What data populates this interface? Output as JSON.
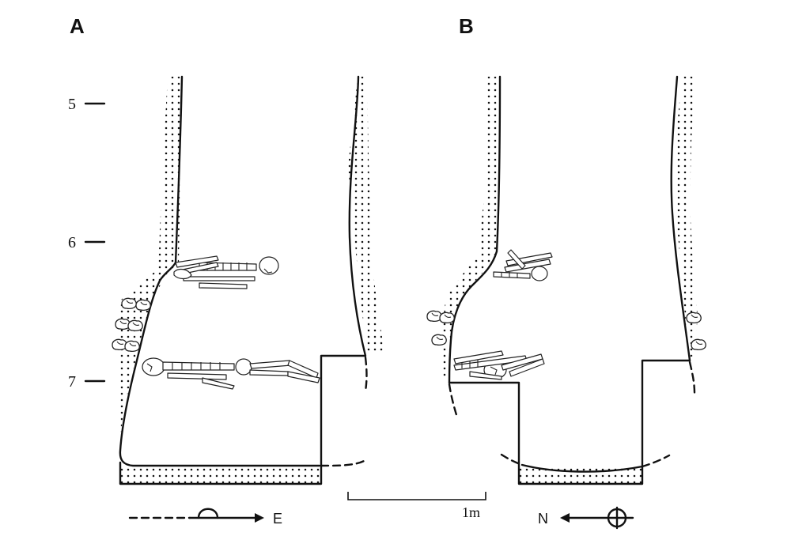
{
  "panels": {
    "a": {
      "letter": "A",
      "direction_label": "E",
      "direction_icon": "east-arrow-icon"
    },
    "b": {
      "letter": "B",
      "direction_label": "N",
      "direction_icon": "north-arrow-icon"
    }
  },
  "depth_scale": {
    "labels": [
      "5",
      "6",
      "7"
    ]
  },
  "scale_bar": {
    "label": "1m"
  },
  "symbols": {
    "stones": "stone-icon",
    "skeleton": "skeleton-icon",
    "fill": "stippled-soil"
  }
}
